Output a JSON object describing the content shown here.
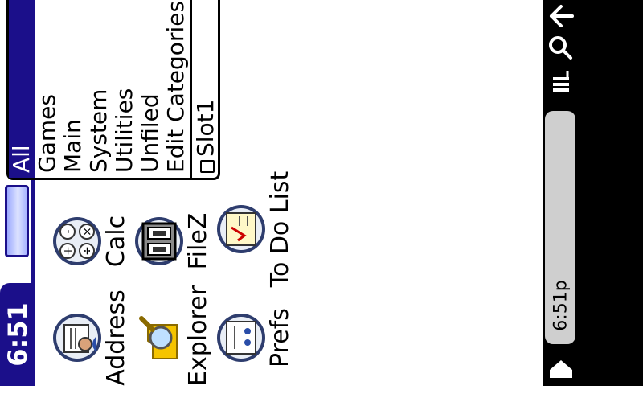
{
  "status": {
    "time": "6:51 pm"
  },
  "apps": [
    {
      "label": "Address",
      "icon": "address-book-icon"
    },
    {
      "label": "Calc",
      "icon": "calculator-icon"
    },
    {
      "label": "Explorer",
      "icon": "explorer-magnifier-icon"
    },
    {
      "label": "FileZ",
      "icon": "filez-drive-icon"
    },
    {
      "label": "Prefs",
      "icon": "prefs-icon"
    },
    {
      "label": "To Do List",
      "icon": "todo-list-icon"
    }
  ],
  "category_menu": {
    "items": [
      "All",
      "Games",
      "Main",
      "System",
      "Utilities",
      "Unfiled",
      "Edit Categories..."
    ],
    "selected": "All",
    "card_label": "Slot1"
  },
  "android_bar": {
    "time": "6:51p",
    "buttons": [
      "back-icon",
      "search-icon",
      "menu-icon",
      "home-icon"
    ]
  },
  "colors": {
    "accent": "#1b0f8a",
    "bar": "#000000",
    "slot": "#cfcfcf"
  }
}
